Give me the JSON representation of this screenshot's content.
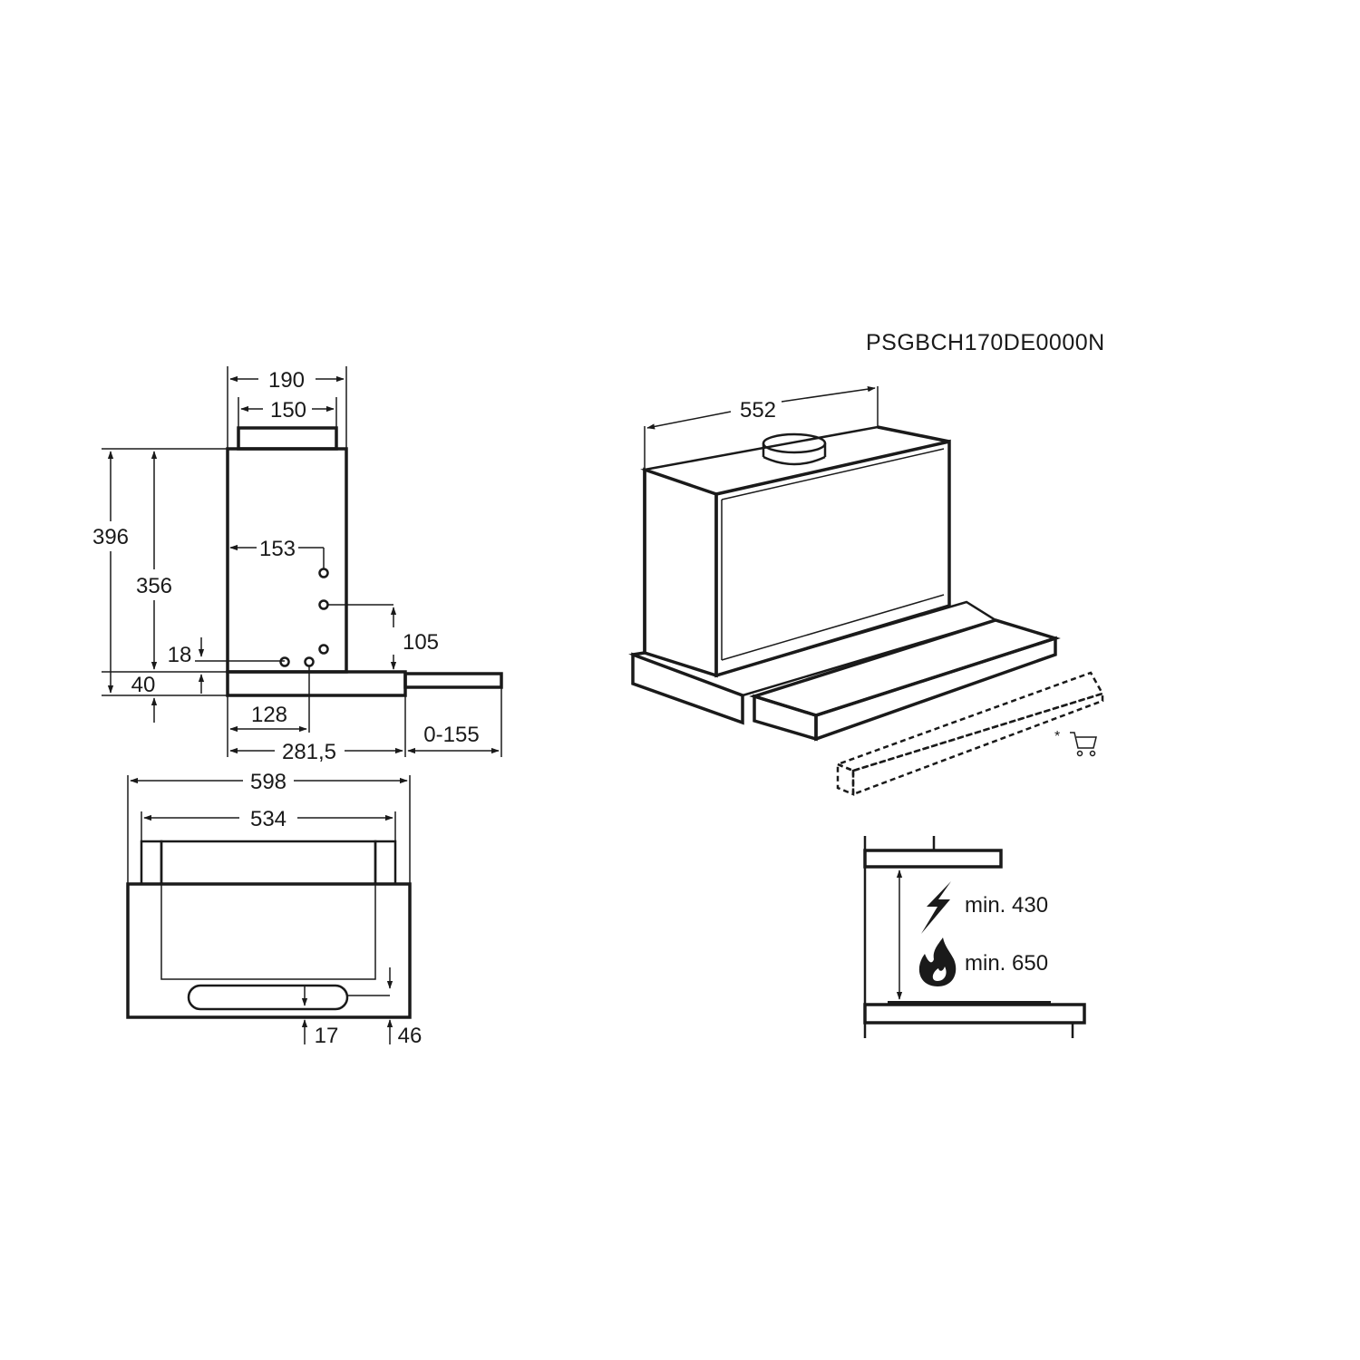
{
  "model_code": "PSGBCH170DE0000N",
  "side_view": {
    "dims": {
      "width_190": "190",
      "width_150": "150",
      "height_396": "396",
      "height_356": "356",
      "hole_offset_153": "153",
      "hole_height_105": "105",
      "offset_18": "18",
      "base_40": "40",
      "hole_pos_128": "128",
      "depth_281_5": "281,5",
      "extension_0_155": "0-155"
    }
  },
  "front_view": {
    "dims": {
      "width_598": "598",
      "width_534": "534",
      "offset_17": "17",
      "offset_46": "46"
    }
  },
  "iso_view": {
    "dims": {
      "width_552": "552"
    },
    "accessory_note": "*",
    "accessory_icon": "shopping-cart-icon"
  },
  "clearance": {
    "electric": {
      "label": "min. 430",
      "icon": "lightning-icon"
    },
    "gas": {
      "label": "min. 650",
      "icon": "flame-icon"
    }
  },
  "colors": {
    "line": "#1a1a1a",
    "background": "#ffffff"
  }
}
